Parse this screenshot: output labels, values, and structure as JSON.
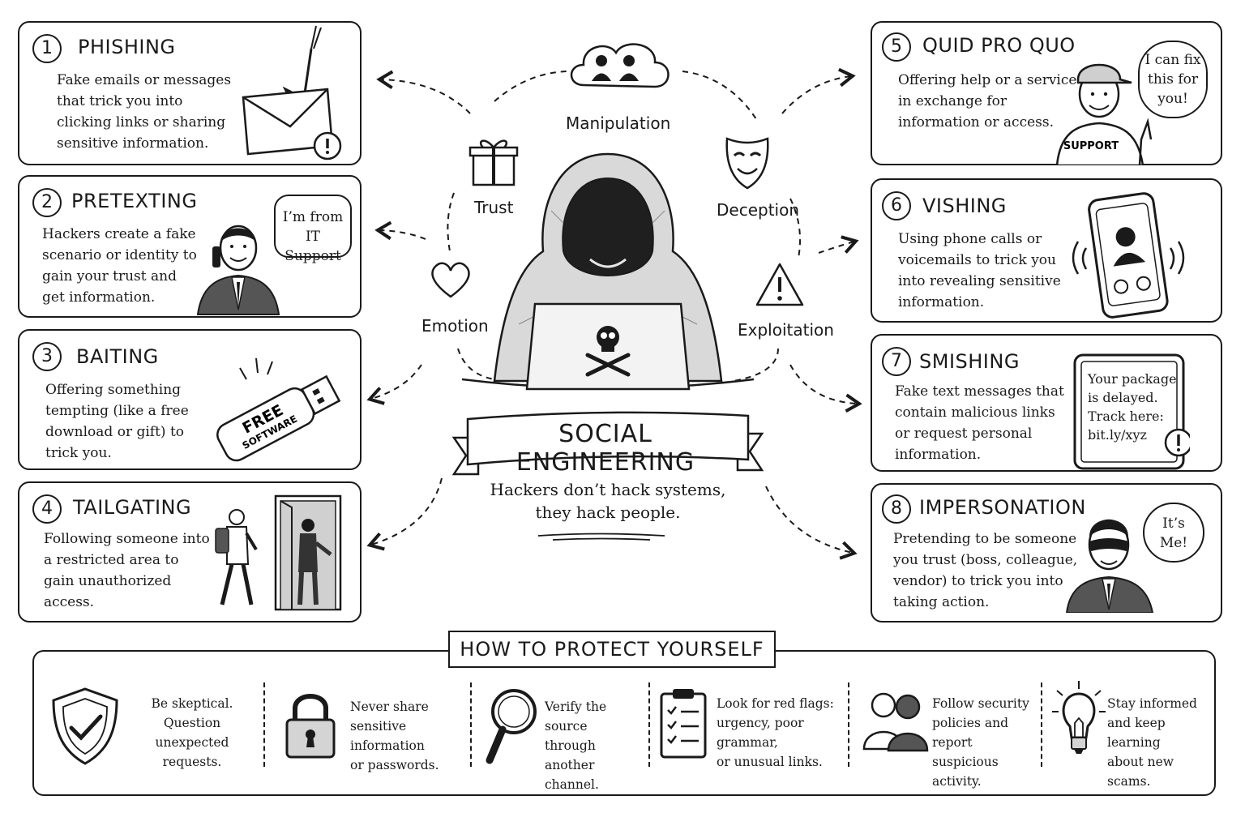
{
  "center": {
    "title": "SOCIAL ENGINEERING",
    "tagline": "Hackers don’t hack systems,\nthey hack people."
  },
  "concepts": {
    "manipulation": "Manipulation",
    "trust": "Trust",
    "deception": "Deception",
    "emotion": "Emotion",
    "exploitation": "Exploitation"
  },
  "attacks": [
    {
      "number": "1",
      "title": "PHISHING",
      "description": "Fake emails or messages\nthat trick you into\nclicking links or sharing\nsensitive information."
    },
    {
      "number": "2",
      "title": "PRETEXTING",
      "description": "Hackers create a fake\nscenario or identity to\ngain your trust and\nget information.",
      "bubble": "I’m from\nIT Support"
    },
    {
      "number": "3",
      "title": "BAITING",
      "description": "Offering something\ntempting (like a free\ndownload or gift) to\ntrick you.",
      "usb_label": "FREE",
      "usb_label2": "SOFTWARE"
    },
    {
      "number": "4",
      "title": "TAILGATING",
      "description": "Following someone into\na restricted area to\ngain unauthorized\naccess."
    },
    {
      "number": "5",
      "title": "QUID PRO QUO",
      "description": "Offering help or a service\nin exchange for\ninformation or access.",
      "bubble": "I can fix\nthis for\nyou!",
      "shirt_label": "SUPPORT"
    },
    {
      "number": "6",
      "title": "VISHING",
      "description": "Using phone calls or\nvoicemails to trick you\ninto revealing sensitive\ninformation."
    },
    {
      "number": "7",
      "title": "SMISHING",
      "description": "Fake text messages that\ncontain malicious links\nor request personal\ninformation.",
      "sms": "Your package\nis delayed.\nTrack here:\nbit.ly/xyz"
    },
    {
      "number": "8",
      "title": "IMPERSONATION",
      "description": "Pretending to be someone\nyou trust (boss, colleague,\nvendor) to trick you into\ntaking action.",
      "bubble": "It’s\nMe!"
    }
  ],
  "protect": {
    "title": "HOW TO PROTECT YOURSELF",
    "tips": [
      {
        "icon": "shield-check-icon",
        "text": "Be skeptical.\nQuestion unexpected\nrequests."
      },
      {
        "icon": "padlock-icon",
        "text": "Never share\nsensitive information\nor passwords."
      },
      {
        "icon": "magnifier-icon",
        "text": "Verify the source\nthrough another\nchannel."
      },
      {
        "icon": "clipboard-checklist-icon",
        "text": "Look for red flags:\nurgency, poor grammar,\nor unusual links."
      },
      {
        "icon": "people-icon",
        "text": "Follow security\npolicies and report\nsuspicious activity."
      },
      {
        "icon": "lightbulb-icon",
        "text": "Stay informed\nand keep learning\nabout new scams."
      }
    ]
  }
}
